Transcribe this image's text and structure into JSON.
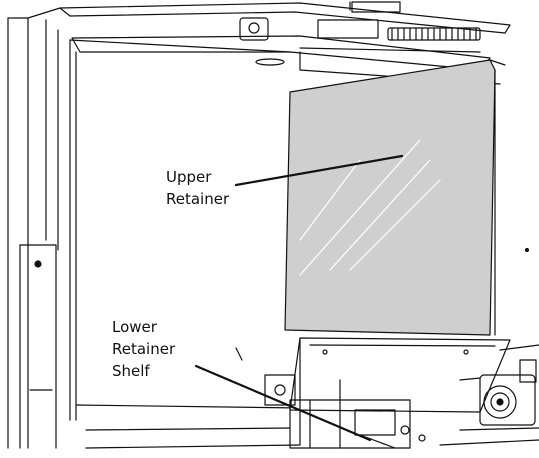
{
  "labels": {
    "upper_retainer": {
      "line1": "Upper",
      "line2": "Retainer"
    },
    "lower_retainer_shelf": {
      "line1": "Lower",
      "line2": "Retainer",
      "line3": "Shelf"
    }
  },
  "colors": {
    "stroke": "#111111",
    "glass": "#cfcfcf",
    "background": "#ffffff"
  }
}
